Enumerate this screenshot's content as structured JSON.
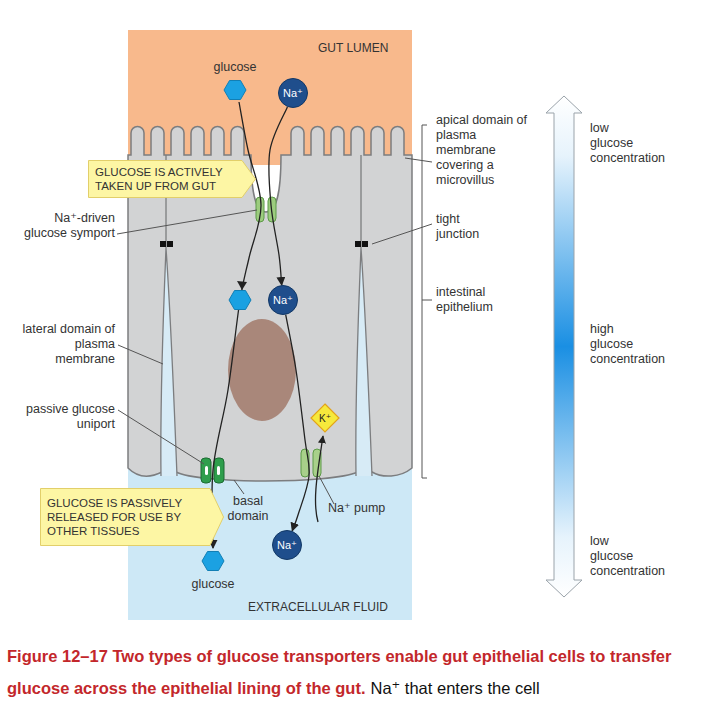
{
  "diagram": {
    "caption": "Figure 12–17 Two types of glucose transporters enable gut epithelial cells to transfer glucose across the epithelial lining of the gut.",
    "nodes": [
      {
        "text": [
          "glucose"
        ]
      },
      {
        "text": [
          "Na⁺"
        ]
      },
      {
        "text": [
          "GLUCOSE IS ACTIVELY TAKEN UP FROM GUT"
        ]
      },
      {
        "text": [
          "Na⁺"
        ]
      },
      {
        "text": [
          "K⁺"
        ]
      },
      {
        "text": [
          "GLUCOSE IS PASSIVELY RELEASED FOR USE BY OTHER TISSUES"
        ]
      },
      {
        "text": [
          "Na⁺"
        ]
      },
      {
        "text": [
          "glucose"
        ]
      }
    ],
    "edges": [
      {
        "from": 0,
        "to": 7,
        "arrow": "to"
      },
      {
        "from": 1,
        "to": 3,
        "arrow": "to"
      },
      {
        "from": 3,
        "to": 6,
        "arrow": "to"
      }
    ],
    "labels": [
      "GUT LUMEN",
      "Na⁺-driven glucose symport",
      "apical domain of plasma membrane covering a microvillus",
      "tight junction",
      "intestinal epithelium",
      "lateral domain of plasma membrane",
      "passive glucose uniport",
      "basal domain",
      "Na⁺ pump",
      "EXTRACELLULAR FLUID",
      "low glucose concentration",
      "high glucose concentration",
      "low glucose concentration",
      "Na⁺ that enters the cell"
    ]
  }
}
